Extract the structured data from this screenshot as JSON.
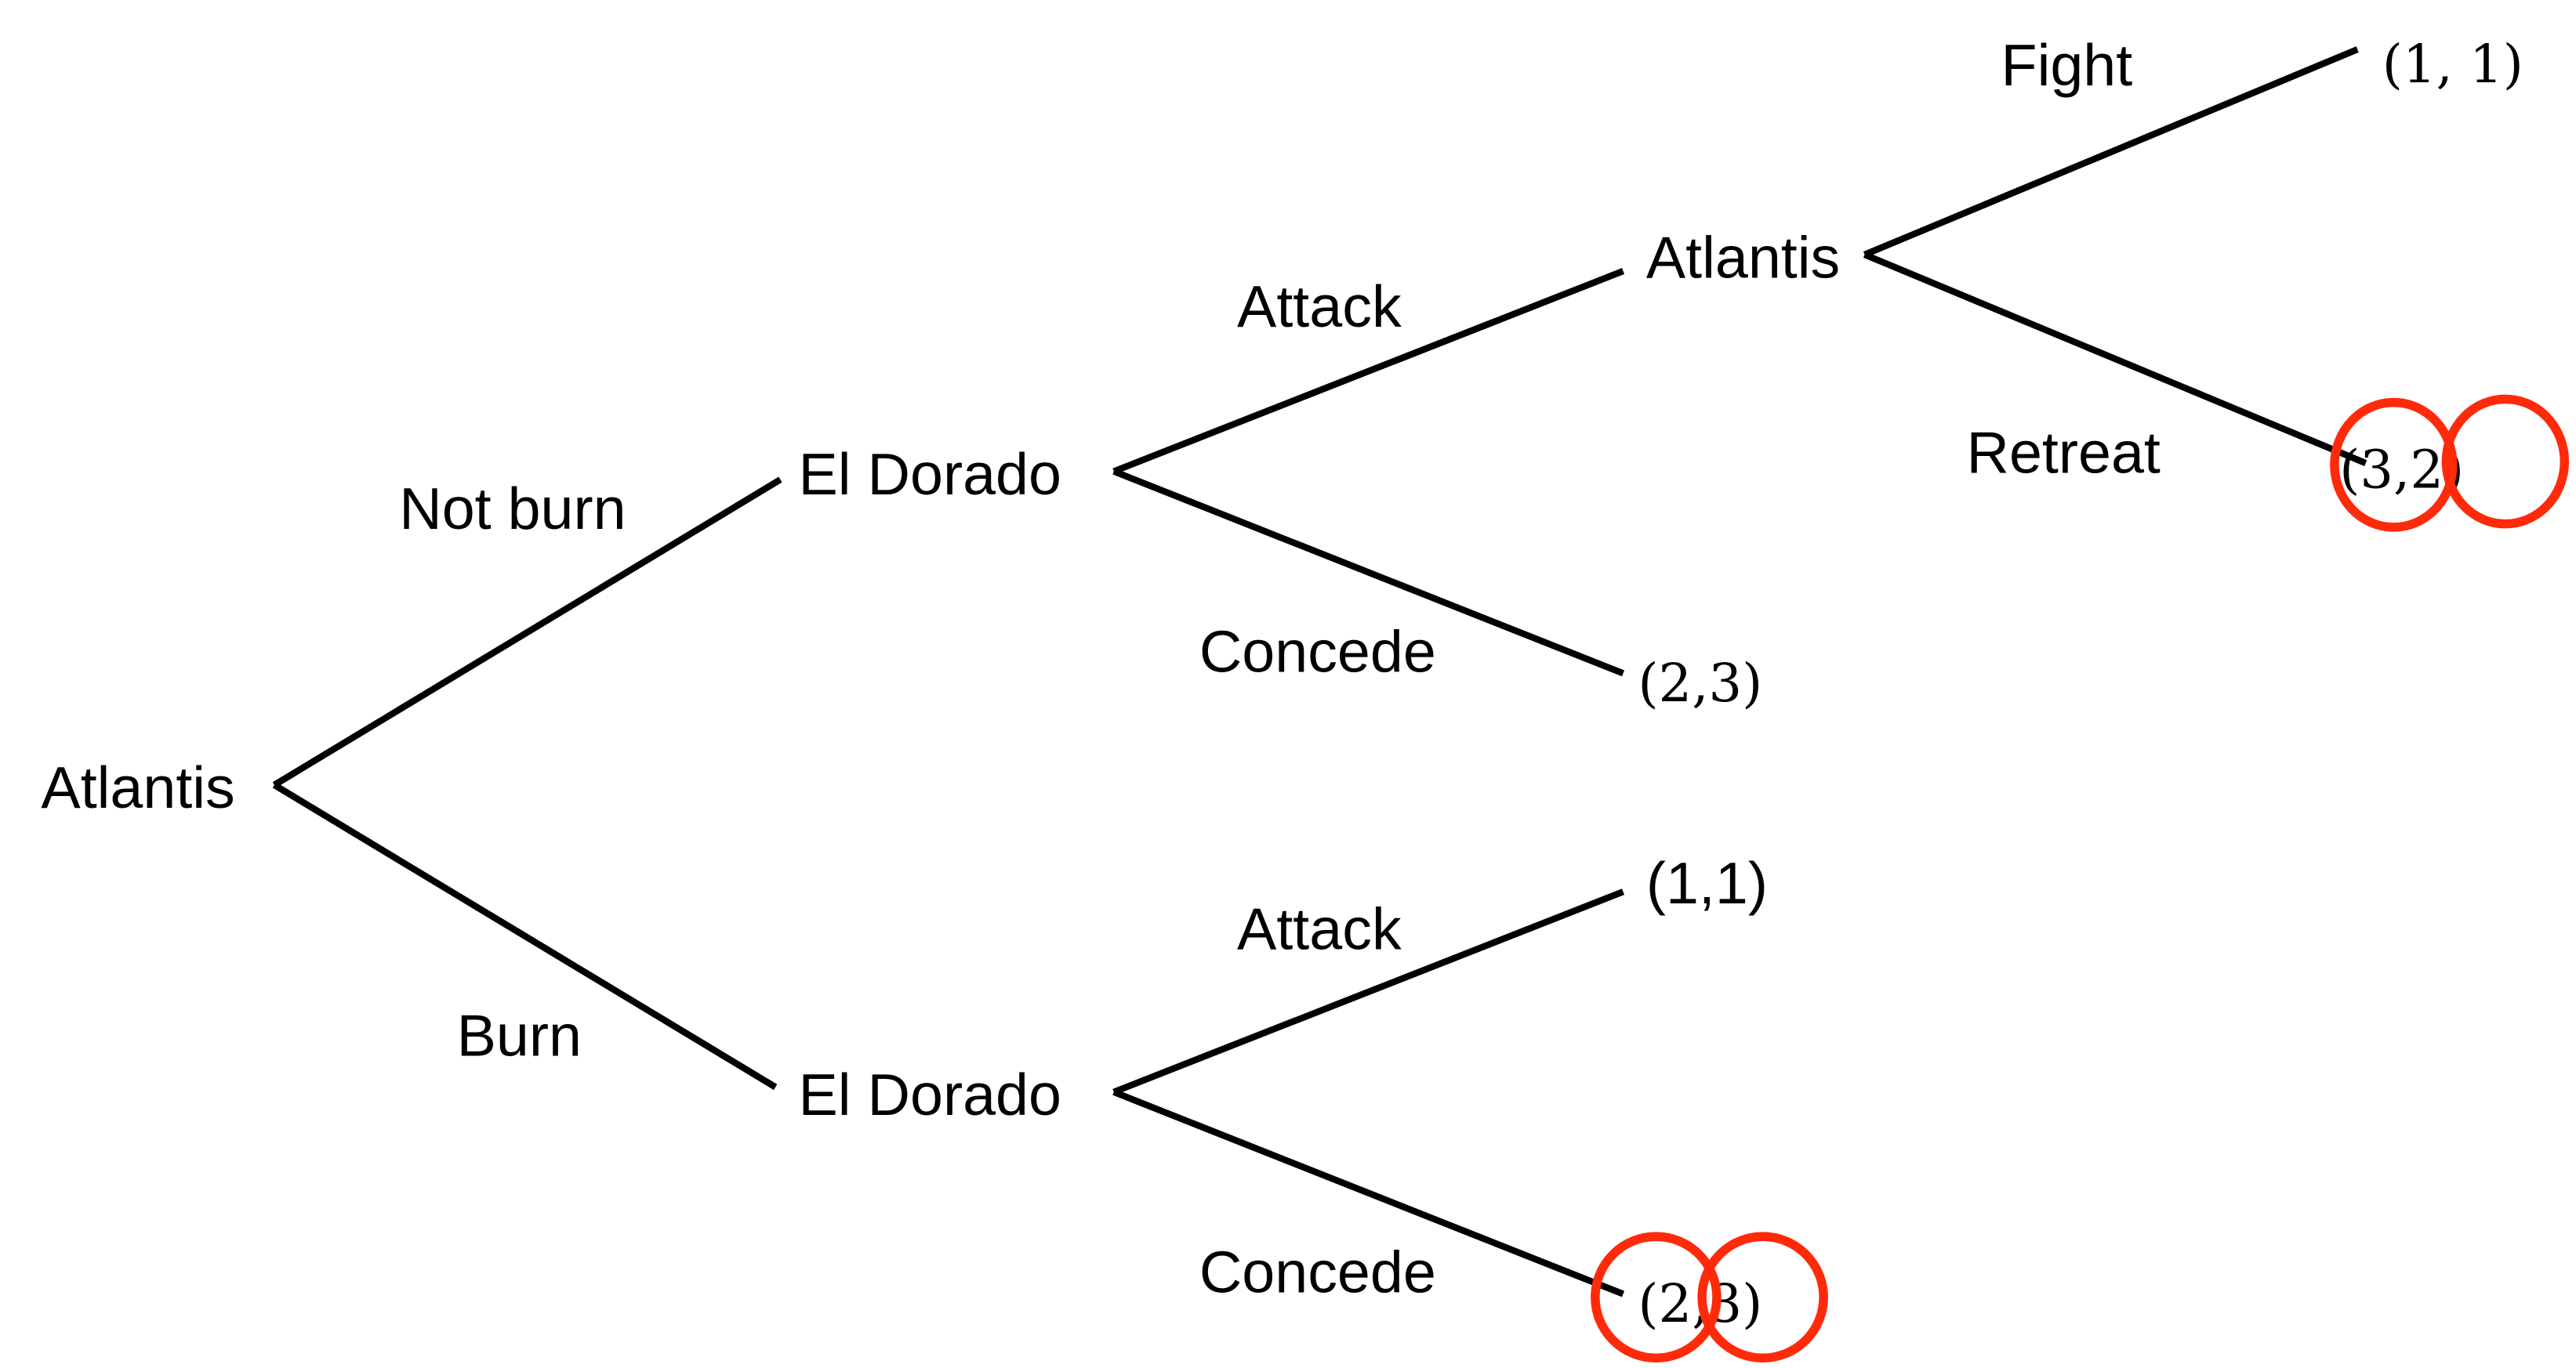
{
  "title": "Game tree: Atlantis vs El Dorado",
  "nodes": {
    "root": "Atlantis",
    "el_dorado_top": "El Dorado",
    "el_dorado_bottom": "El Dorado",
    "atlantis_second": "Atlantis"
  },
  "actions": {
    "not_burn": "Not burn",
    "burn": "Burn",
    "attack_top": "Attack",
    "concede_top": "Concede",
    "attack_bottom": "Attack",
    "concede_bottom": "Concede",
    "fight": "Fight",
    "retreat": "Retreat"
  },
  "payoffs": {
    "fight": "(1, 1)",
    "retreat": "(3,2)",
    "concede_top": "(2,3)",
    "attack_bottom": "(1,1)",
    "concede_bottom": "(2,3)"
  },
  "highlighted_outcomes": [
    "retreat",
    "concede_bottom"
  ],
  "colors": {
    "edge": "#000000",
    "highlight": "#ff2a0a"
  }
}
